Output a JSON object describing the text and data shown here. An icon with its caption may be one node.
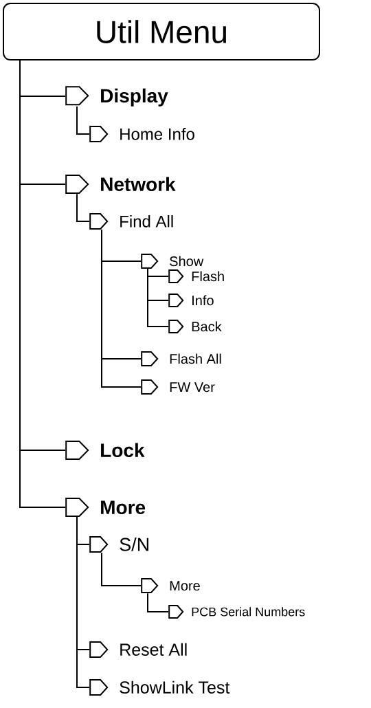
{
  "diagram": {
    "nodes": [
      {
        "text": [
          "Util Menu"
        ]
      },
      {
        "text": [
          "Display"
        ]
      },
      {
        "text": [
          "Home Info"
        ]
      },
      {
        "text": [
          "Network"
        ]
      },
      {
        "text": [
          "Find All"
        ]
      },
      {
        "text": [
          "Show"
        ]
      },
      {
        "text": [
          "Flash"
        ]
      },
      {
        "text": [
          "Info"
        ]
      },
      {
        "text": [
          "Back"
        ]
      },
      {
        "text": [
          "Flash All"
        ]
      },
      {
        "text": [
          "FW Ver"
        ]
      },
      {
        "text": [
          "Lock"
        ]
      },
      {
        "text": [
          "More"
        ]
      },
      {
        "text": [
          "S/N"
        ]
      },
      {
        "text": [
          "More"
        ]
      },
      {
        "text": [
          "PCB Serial Numbers"
        ]
      },
      {
        "text": [
          "Reset All"
        ]
      },
      {
        "text": [
          "ShowLink Test"
        ]
      }
    ],
    "edges": [
      {
        "from": 0,
        "to": 1,
        "arrow": "none"
      },
      {
        "from": 1,
        "to": 2,
        "arrow": "none"
      },
      {
        "from": 0,
        "to": 3,
        "arrow": "none"
      },
      {
        "from": 3,
        "to": 4,
        "arrow": "none"
      },
      {
        "from": 4,
        "to": 5,
        "arrow": "none"
      },
      {
        "from": 5,
        "to": 6,
        "arrow": "none"
      },
      {
        "from": 5,
        "to": 7,
        "arrow": "none"
      },
      {
        "from": 5,
        "to": 8,
        "arrow": "none"
      },
      {
        "from": 4,
        "to": 9,
        "arrow": "none"
      },
      {
        "from": 4,
        "to": 10,
        "arrow": "none"
      },
      {
        "from": 0,
        "to": 11,
        "arrow": "none"
      },
      {
        "from": 0,
        "to": 12,
        "arrow": "none"
      },
      {
        "from": 12,
        "to": 13,
        "arrow": "none"
      },
      {
        "from": 13,
        "to": 14,
        "arrow": "none"
      },
      {
        "from": 14,
        "to": 15,
        "arrow": "none"
      },
      {
        "from": 12,
        "to": 16,
        "arrow": "none"
      },
      {
        "from": 12,
        "to": 17,
        "arrow": "none"
      }
    ]
  }
}
